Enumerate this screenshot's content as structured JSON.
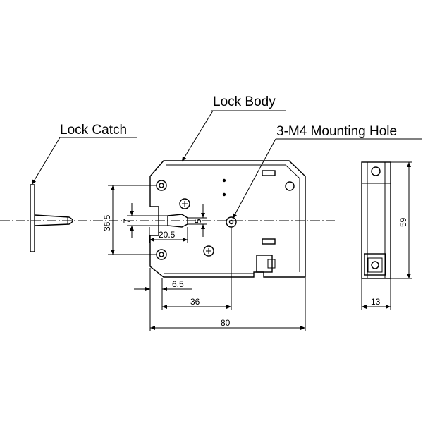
{
  "labels": {
    "lock_body": "Lock Body",
    "lock_catch": "Lock Catch",
    "mounting_hole": "3-M4 Mounting Hole"
  },
  "dimensions": {
    "d80": "80",
    "d36": "36",
    "d6_5": "6.5",
    "d20_5": "20.5",
    "d36_5": "36.5",
    "d7": "7",
    "d5": "5",
    "d59": "59",
    "d13": "13"
  }
}
